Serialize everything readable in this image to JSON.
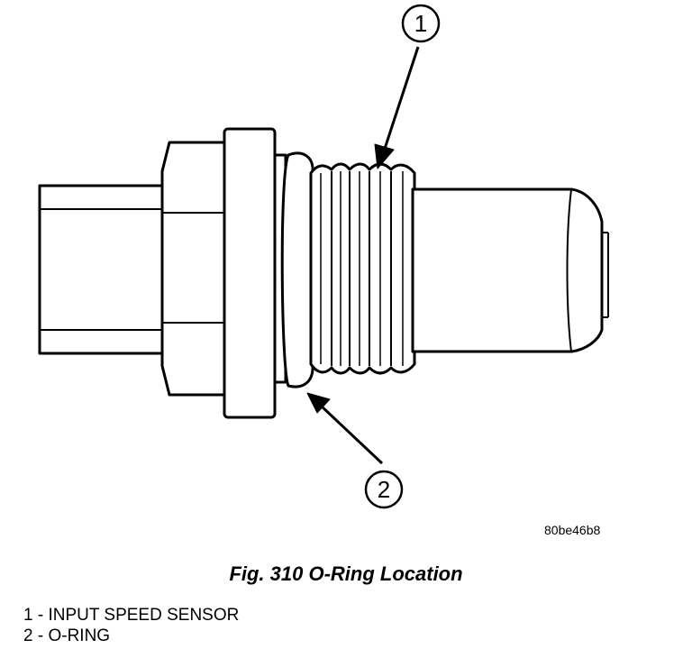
{
  "figure": {
    "caption": "Fig. 310 O-Ring Location",
    "image_code": "80be46b8",
    "callouts": [
      {
        "number": "1",
        "label": "INPUT SPEED SENSOR"
      },
      {
        "number": "2",
        "label": "O-RING"
      }
    ],
    "legend_separator": " - "
  }
}
